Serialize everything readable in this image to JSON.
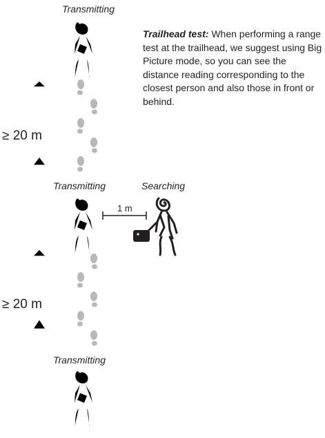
{
  "labels": {
    "transmitting_top": "Transmitting",
    "transmitting_mid": "Transmitting",
    "searching": "Searching",
    "transmitting_bottom": "Transmitting"
  },
  "distances": {
    "upper": "≥ 20 m",
    "lower": "≥ 20 m",
    "close": "1 m"
  },
  "note": {
    "title": "Trailhead test:",
    "body": " When performing a range test at the trailhead, we suggest using Big Picture mode, so you can see the distance reading corresponding to the closest person and also those in front or behind."
  },
  "colors": {
    "ink": "#231f20",
    "footprint": "#b8b8b8"
  },
  "icons": [
    "walking-person-icon",
    "searcher-with-beacon-icon",
    "footprint-icon",
    "dashed-up-arrow-icon"
  ]
}
